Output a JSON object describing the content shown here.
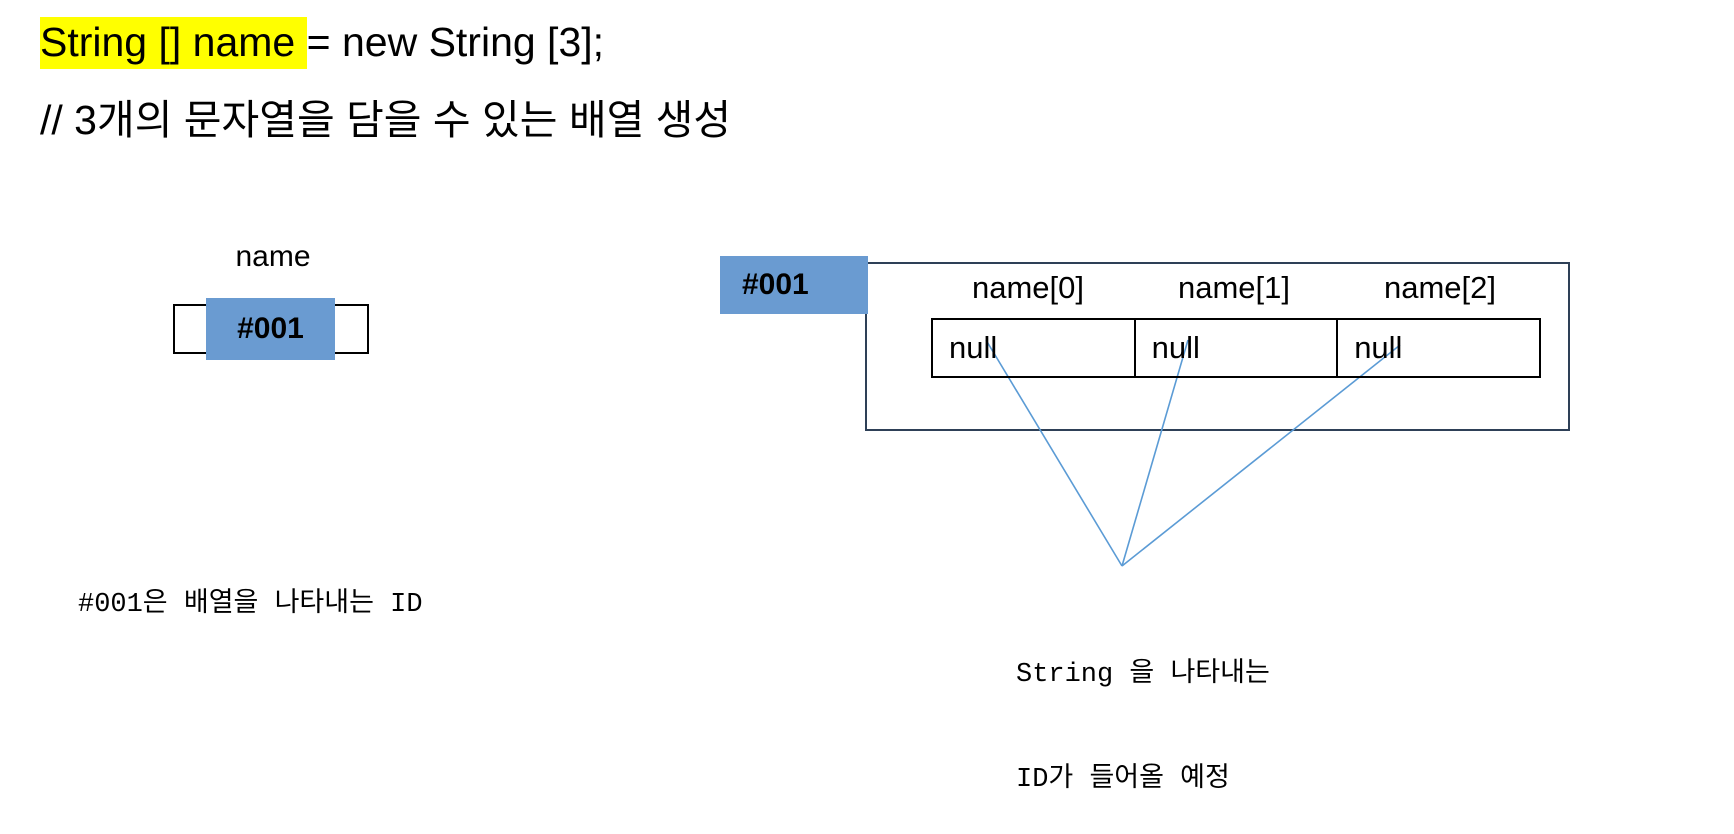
{
  "slide": {
    "code": {
      "line1_highlighted": "String [] name ",
      "line1_rest": "= new String [3];",
      "line2_comment": "// 3개의 문자열을 담을 수 있는 배열 생성"
    },
    "left_diagram": {
      "variable_label": "name",
      "value": "#001"
    },
    "right_diagram": {
      "array_id": "#001",
      "headers": [
        "name[0]",
        "name[1]",
        "name[2]"
      ],
      "cells": [
        "null",
        "null",
        "null"
      ]
    },
    "captions": {
      "left": "#001은 배열을 나타내는 ID",
      "right_line1": "String 을 나타내는",
      "right_line2": "ID가 들어올 예정"
    },
    "colors": {
      "highlight_yellow": "#ffff00",
      "accent_blue": "#6a9bd1",
      "box_border_dark": "#2e4057",
      "connector_blue": "#5b9bd5"
    }
  }
}
